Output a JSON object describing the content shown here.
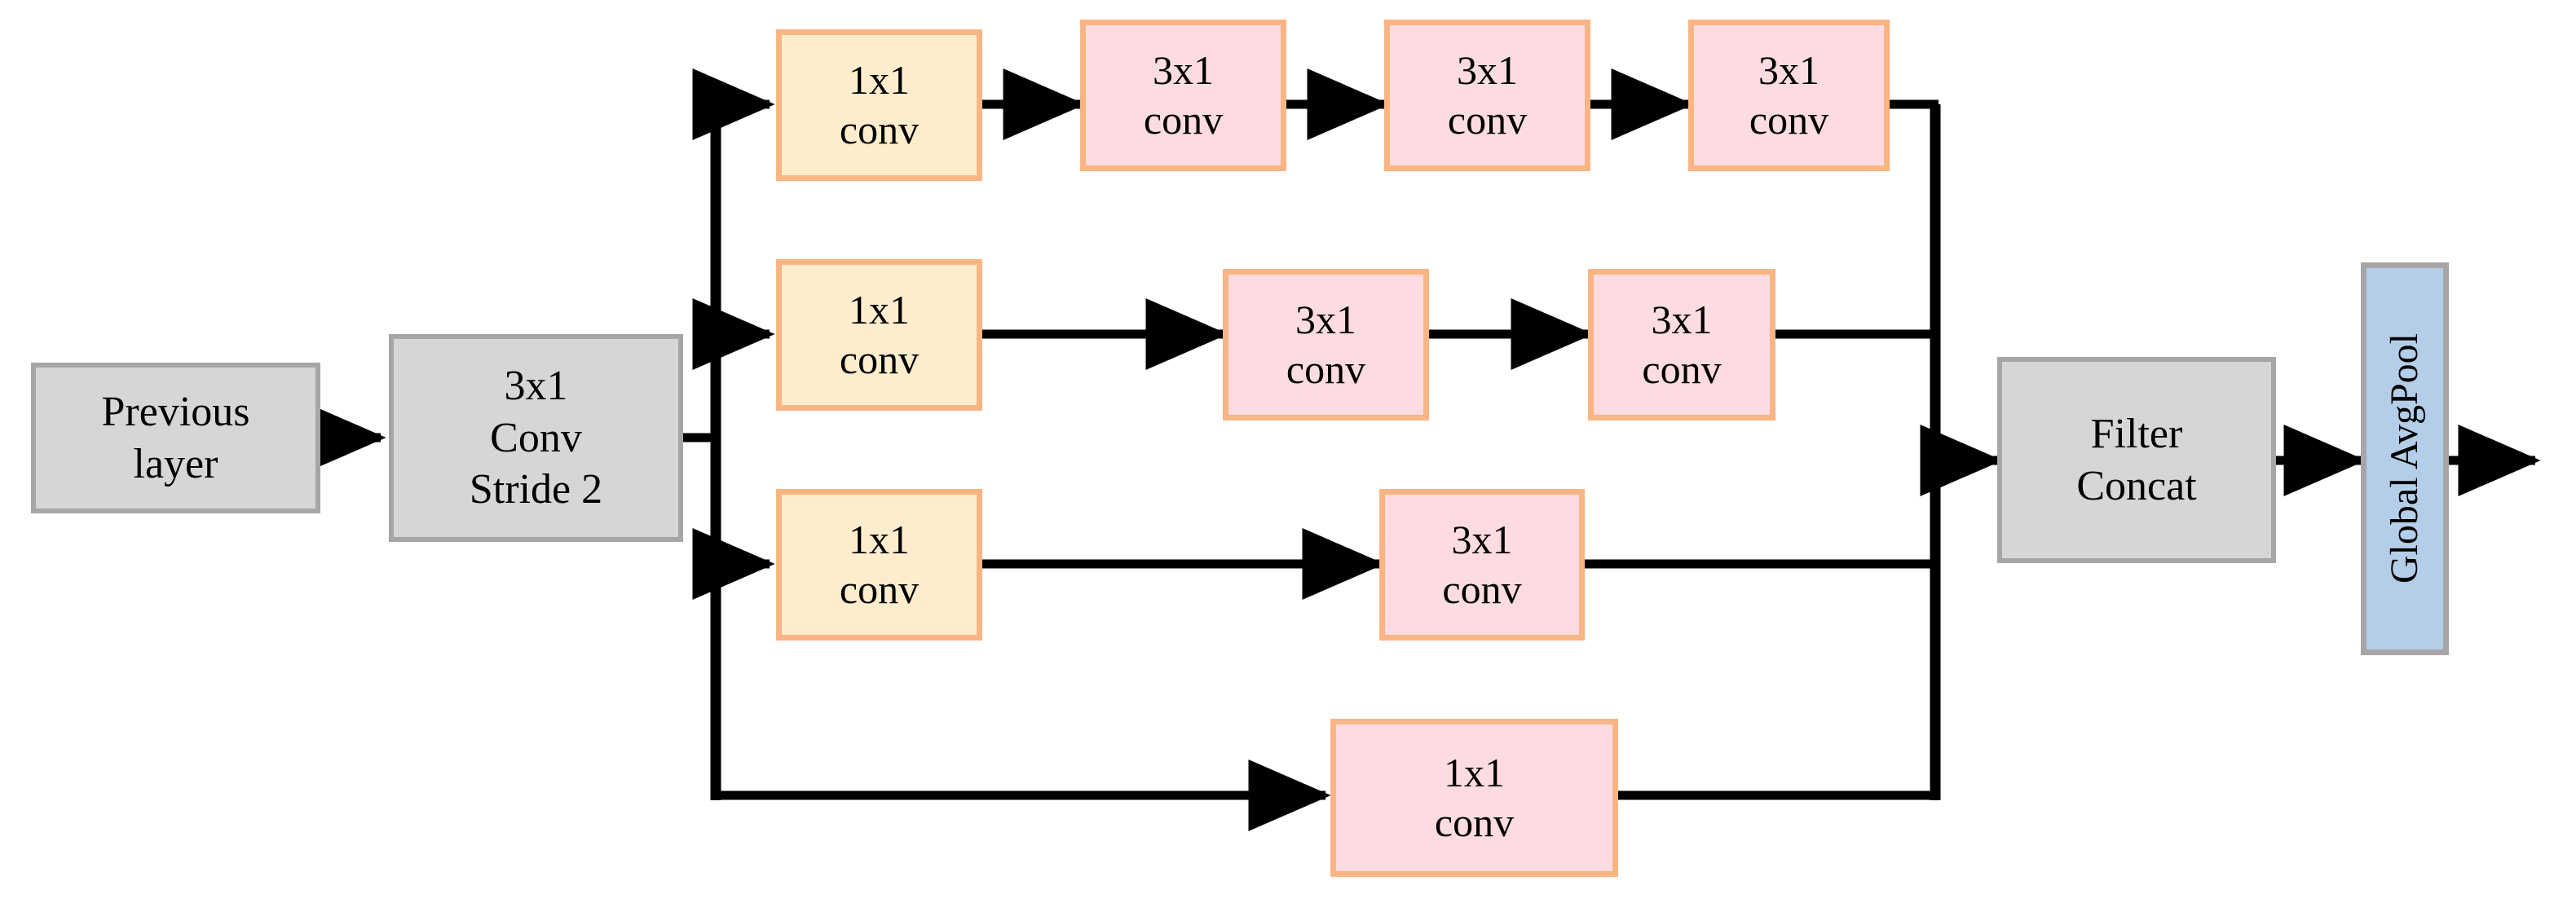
{
  "diagram": {
    "title": "Inception-style multi-branch convolution module",
    "colors": {
      "gray_fill": "#d6d6d6",
      "gray_border": "#a6a6a6",
      "yellow_fill": "#fdedcd",
      "pink_fill": "#fcdce0",
      "orange_border": "#fab584",
      "blue_fill": "#b4cde8",
      "wire": "#000000",
      "background": "#ffffff"
    },
    "input_stage": {
      "previous_layer": "Previous\nlayer",
      "stem_conv": "3x1\nConv\nStride 2"
    },
    "branches": [
      {
        "id": "branch-1",
        "nodes": [
          {
            "label": "1x1\nconv",
            "kind": "yellow"
          },
          {
            "label": "3x1\nconv",
            "kind": "pink"
          },
          {
            "label": "3x1\nconv",
            "kind": "pink"
          },
          {
            "label": "3x1\nconv",
            "kind": "pink"
          }
        ]
      },
      {
        "id": "branch-2",
        "nodes": [
          {
            "label": "1x1\nconv",
            "kind": "yellow"
          },
          {
            "label": "3x1\nconv",
            "kind": "pink"
          },
          {
            "label": "3x1\nconv",
            "kind": "pink"
          }
        ]
      },
      {
        "id": "branch-3",
        "nodes": [
          {
            "label": "1x1\nconv",
            "kind": "yellow"
          },
          {
            "label": "3x1\nconv",
            "kind": "pink"
          }
        ]
      },
      {
        "id": "branch-4",
        "nodes": [
          {
            "label": "1x1\nconv",
            "kind": "pink"
          }
        ]
      }
    ],
    "output_stage": {
      "filter_concat": "Filter\nConcat",
      "global_avgpool": "Global AvgPool"
    }
  }
}
